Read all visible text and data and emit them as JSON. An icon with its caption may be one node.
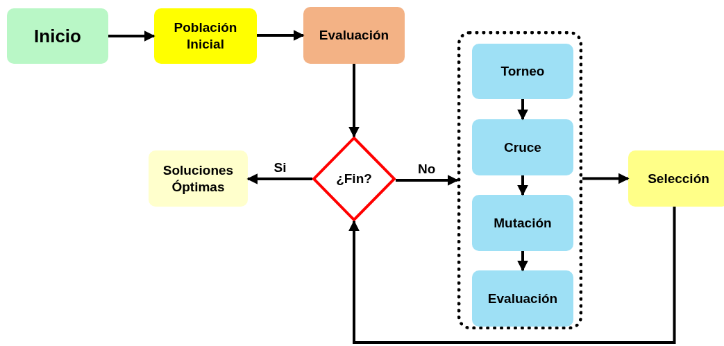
{
  "diagram": {
    "nodes": [
      {
        "text": [
          "Inicio"
        ]
      },
      {
        "text": [
          "Población Inicial"
        ]
      },
      {
        "text": [
          "Evaluación"
        ]
      },
      {
        "text": [
          "¿Fin?"
        ]
      },
      {
        "text": [
          "Soluciones Óptimas"
        ]
      },
      {
        "text": [],
        "shape": "box"
      },
      {
        "text": [
          "Torneo"
        ],
        "in": 5
      },
      {
        "text": [
          "Cruce"
        ],
        "in": 5
      },
      {
        "text": [
          "Mutación"
        ],
        "in": 5
      },
      {
        "text": [
          "Evaluación"
        ],
        "in": 5
      },
      {
        "text": [
          "Selección"
        ]
      }
    ],
    "edges": [
      {
        "from": 0,
        "to": 1,
        "arrow": "to"
      },
      {
        "from": 1,
        "to": 2,
        "arrow": "to"
      },
      {
        "from": 2,
        "to": 3,
        "arrow": "to"
      },
      {
        "from": 3,
        "to": 4,
        "arrow": "to",
        "label": "Si"
      },
      {
        "from": 3,
        "to": 5,
        "arrow": "to",
        "label": "No"
      },
      {
        "from": 6,
        "to": 7,
        "arrow": "to"
      },
      {
        "from": 7,
        "to": 8,
        "arrow": "to"
      },
      {
        "from": 8,
        "to": 9,
        "arrow": "to"
      },
      {
        "from": 5,
        "to": 10,
        "arrow": "to"
      },
      {
        "from": 10,
        "to": 3,
        "arrow": "to"
      }
    ]
  }
}
